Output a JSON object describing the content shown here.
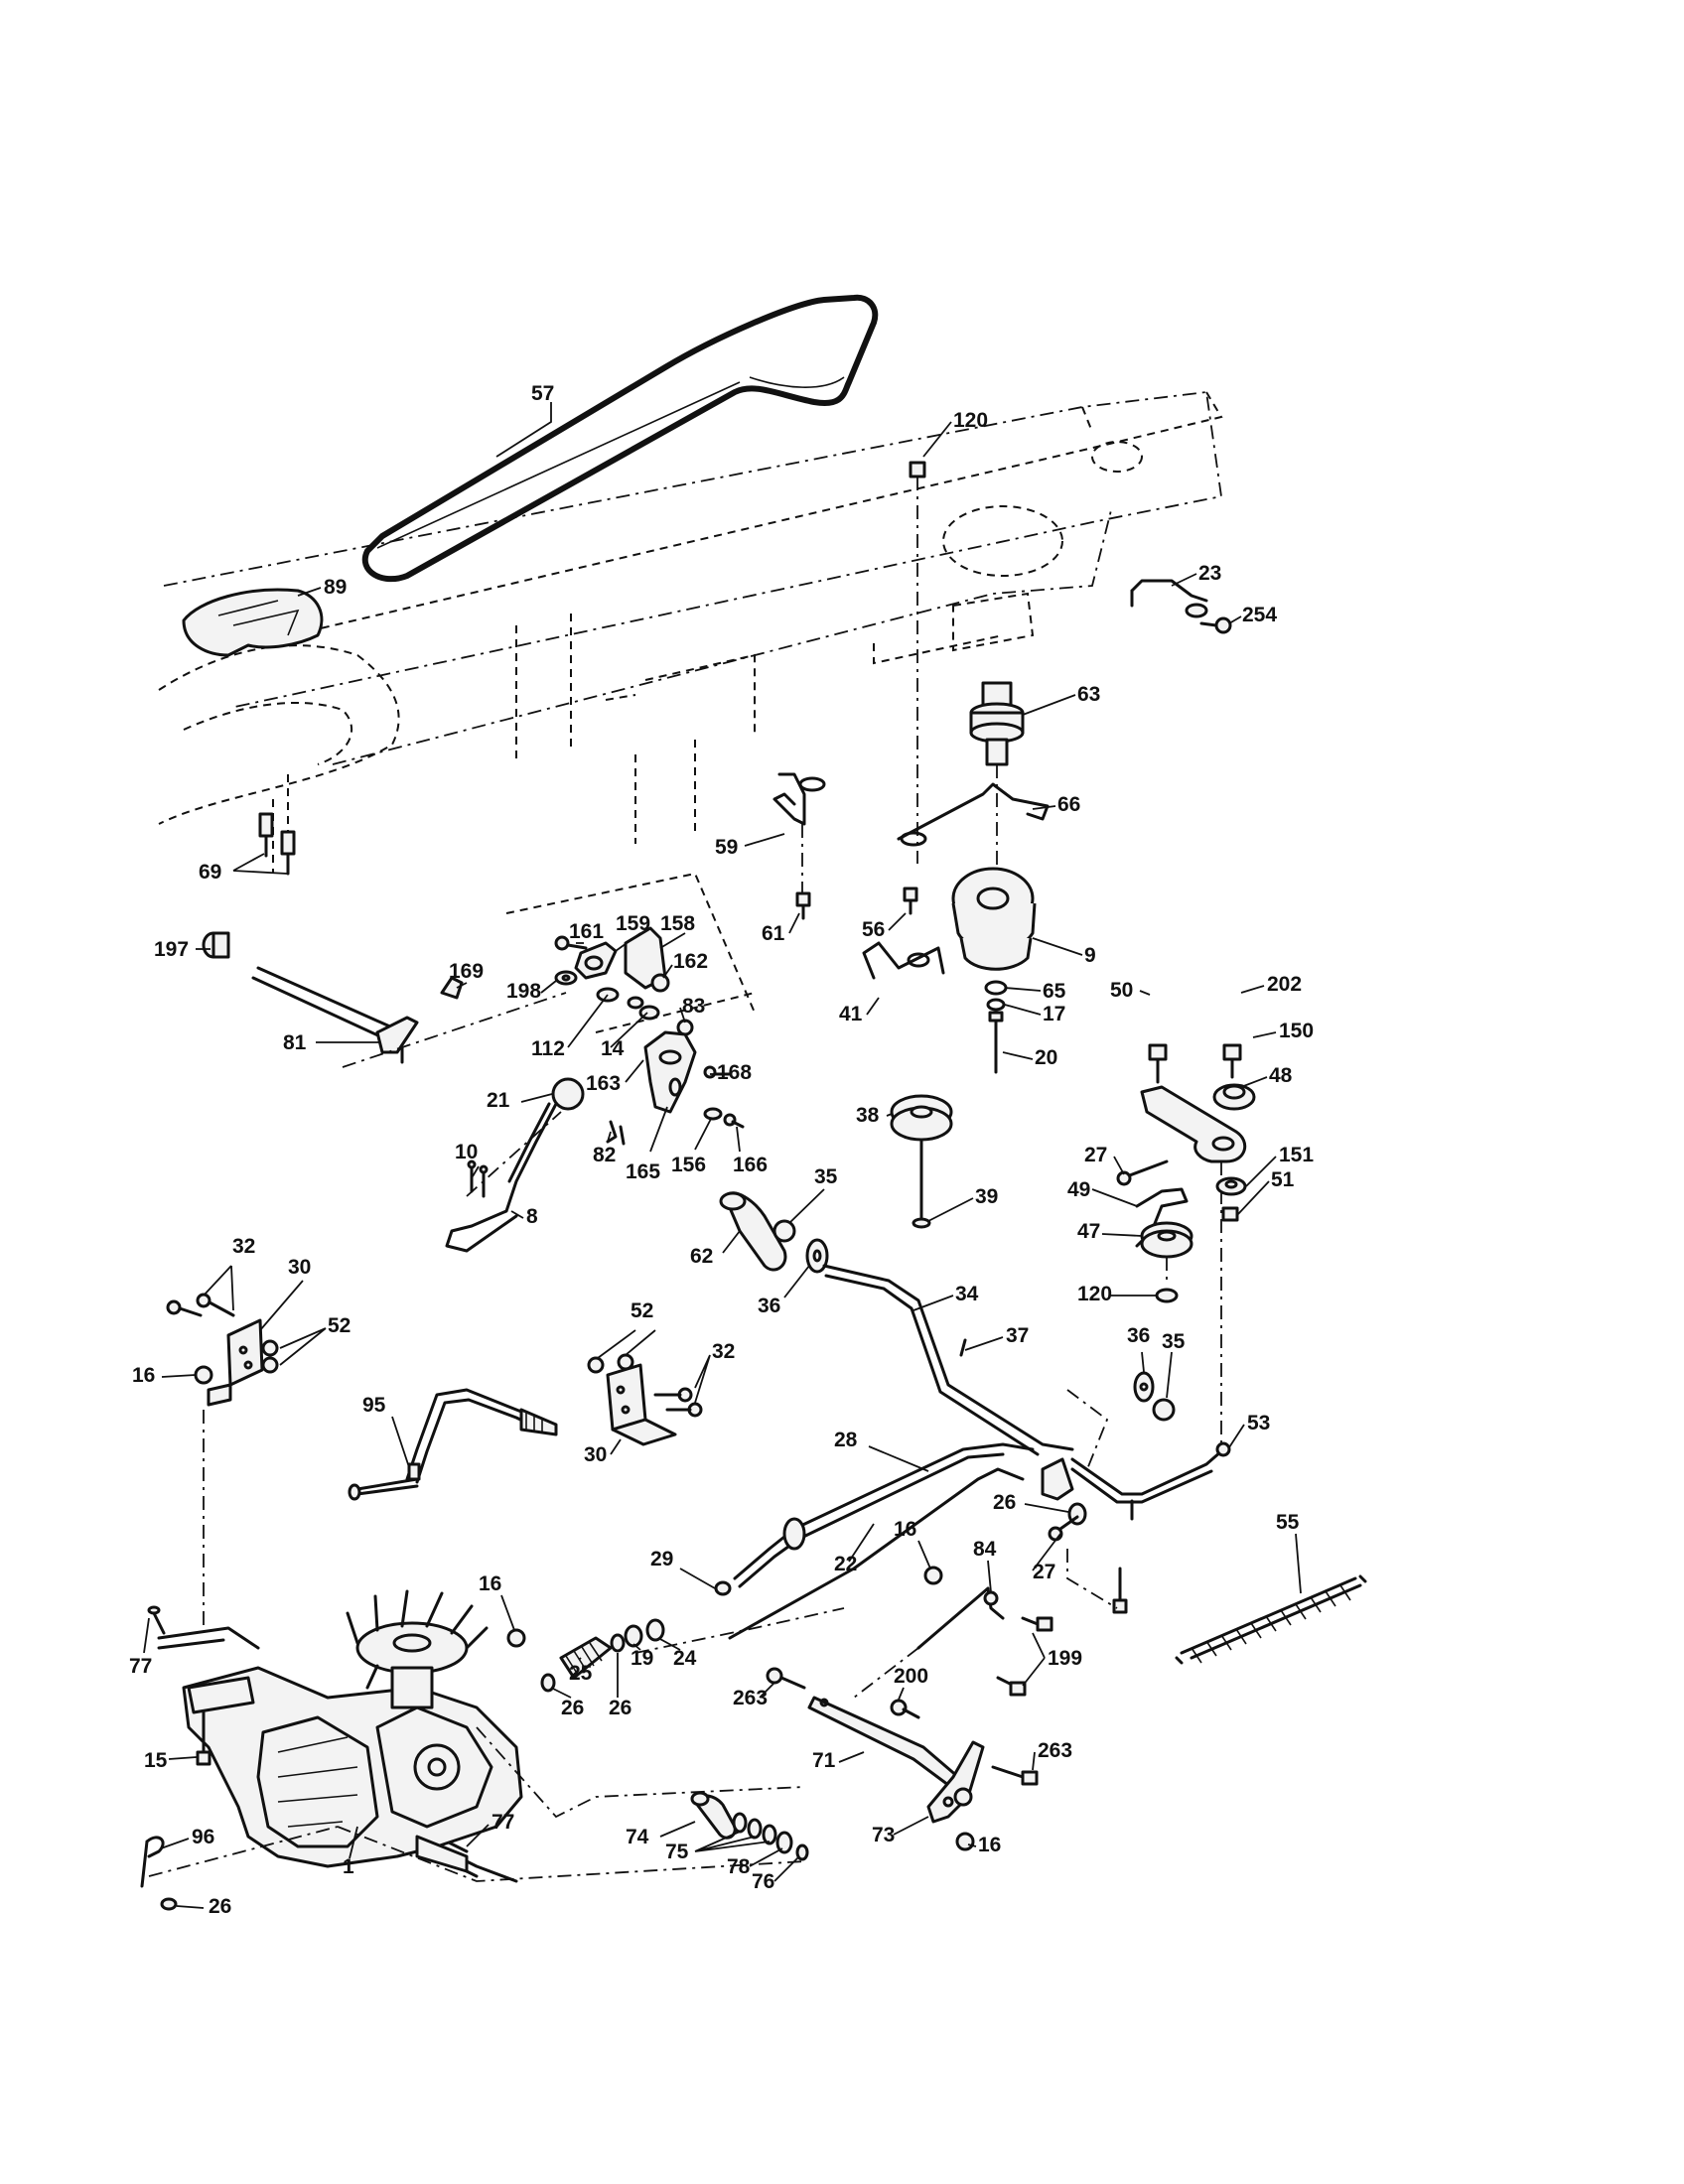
{
  "callouts": {
    "c1": "1",
    "c8": "8",
    "c9": "9",
    "c10": "10",
    "c14": "14",
    "c15": "15",
    "c16a": "16",
    "c16b": "16",
    "c16c": "16",
    "c16d": "16",
    "c17": "17",
    "c19": "19",
    "c20": "20",
    "c21": "21",
    "c22": "22",
    "c23": "23",
    "c24": "24",
    "c25": "25",
    "c26a": "26",
    "c26b": "26",
    "c26c": "26",
    "c26d": "26",
    "c27a": "27",
    "c27b": "27",
    "c28": "28",
    "c29": "29",
    "c30a": "30",
    "c30b": "30",
    "c32a": "32",
    "c32b": "32",
    "c34": "34",
    "c35a": "35",
    "c35b": "35",
    "c36a": "36",
    "c36b": "36",
    "c37": "37",
    "c38": "38",
    "c39": "39",
    "c41": "41",
    "c47": "47",
    "c48": "48",
    "c49": "49",
    "c50": "50",
    "c51": "51",
    "c52a": "52",
    "c52b": "52",
    "c53": "53",
    "c55": "55",
    "c56": "56",
    "c57": "57",
    "c59": "59",
    "c61": "61",
    "c62": "62",
    "c63": "63",
    "c65": "65",
    "c66": "66",
    "c69": "69",
    "c71": "71",
    "c73": "73",
    "c74": "74",
    "c75": "75",
    "c76": "76",
    "c77a": "77",
    "c77b": "77",
    "c78": "78",
    "c81": "81",
    "c82": "82",
    "c83": "83",
    "c84": "84",
    "c89": "89",
    "c95": "95",
    "c96": "96",
    "c112": "112",
    "c120a": "120",
    "c120b": "120",
    "c150": "150",
    "c151": "151",
    "c156": "156",
    "c158": "158",
    "c159": "159",
    "c161": "161",
    "c162": "162",
    "c163": "163",
    "c165": "165",
    "c166": "166",
    "c168": "168",
    "c169": "169",
    "c197": "197",
    "c198": "198",
    "c199": "199",
    "c200": "200",
    "c202": "202",
    "c254": "254",
    "c263a": "263",
    "c263b": "263"
  }
}
